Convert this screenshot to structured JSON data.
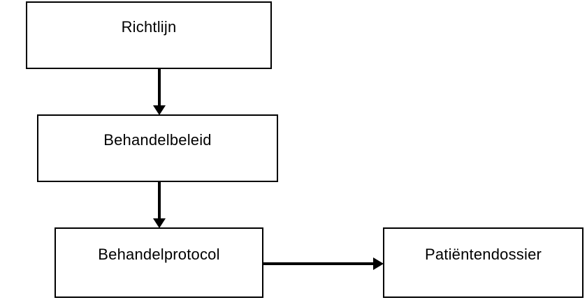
{
  "diagram": {
    "nodes": [
      {
        "id": "richtlijn",
        "label": "Richtlijn"
      },
      {
        "id": "behandelbeleid",
        "label": "Behandelbeleid"
      },
      {
        "id": "behandelprotocol",
        "label": "Behandelprotocol"
      },
      {
        "id": "patientendossier",
        "label": "Patiëntendossier"
      }
    ],
    "edges": [
      {
        "from": "richtlijn",
        "to": "behandelbeleid"
      },
      {
        "from": "behandelbeleid",
        "to": "behandelprotocol"
      },
      {
        "from": "behandelprotocol",
        "to": "patientendossier"
      }
    ],
    "colors": {
      "stroke": "#000000",
      "fill": "#ffffff",
      "text": "#000000"
    }
  }
}
